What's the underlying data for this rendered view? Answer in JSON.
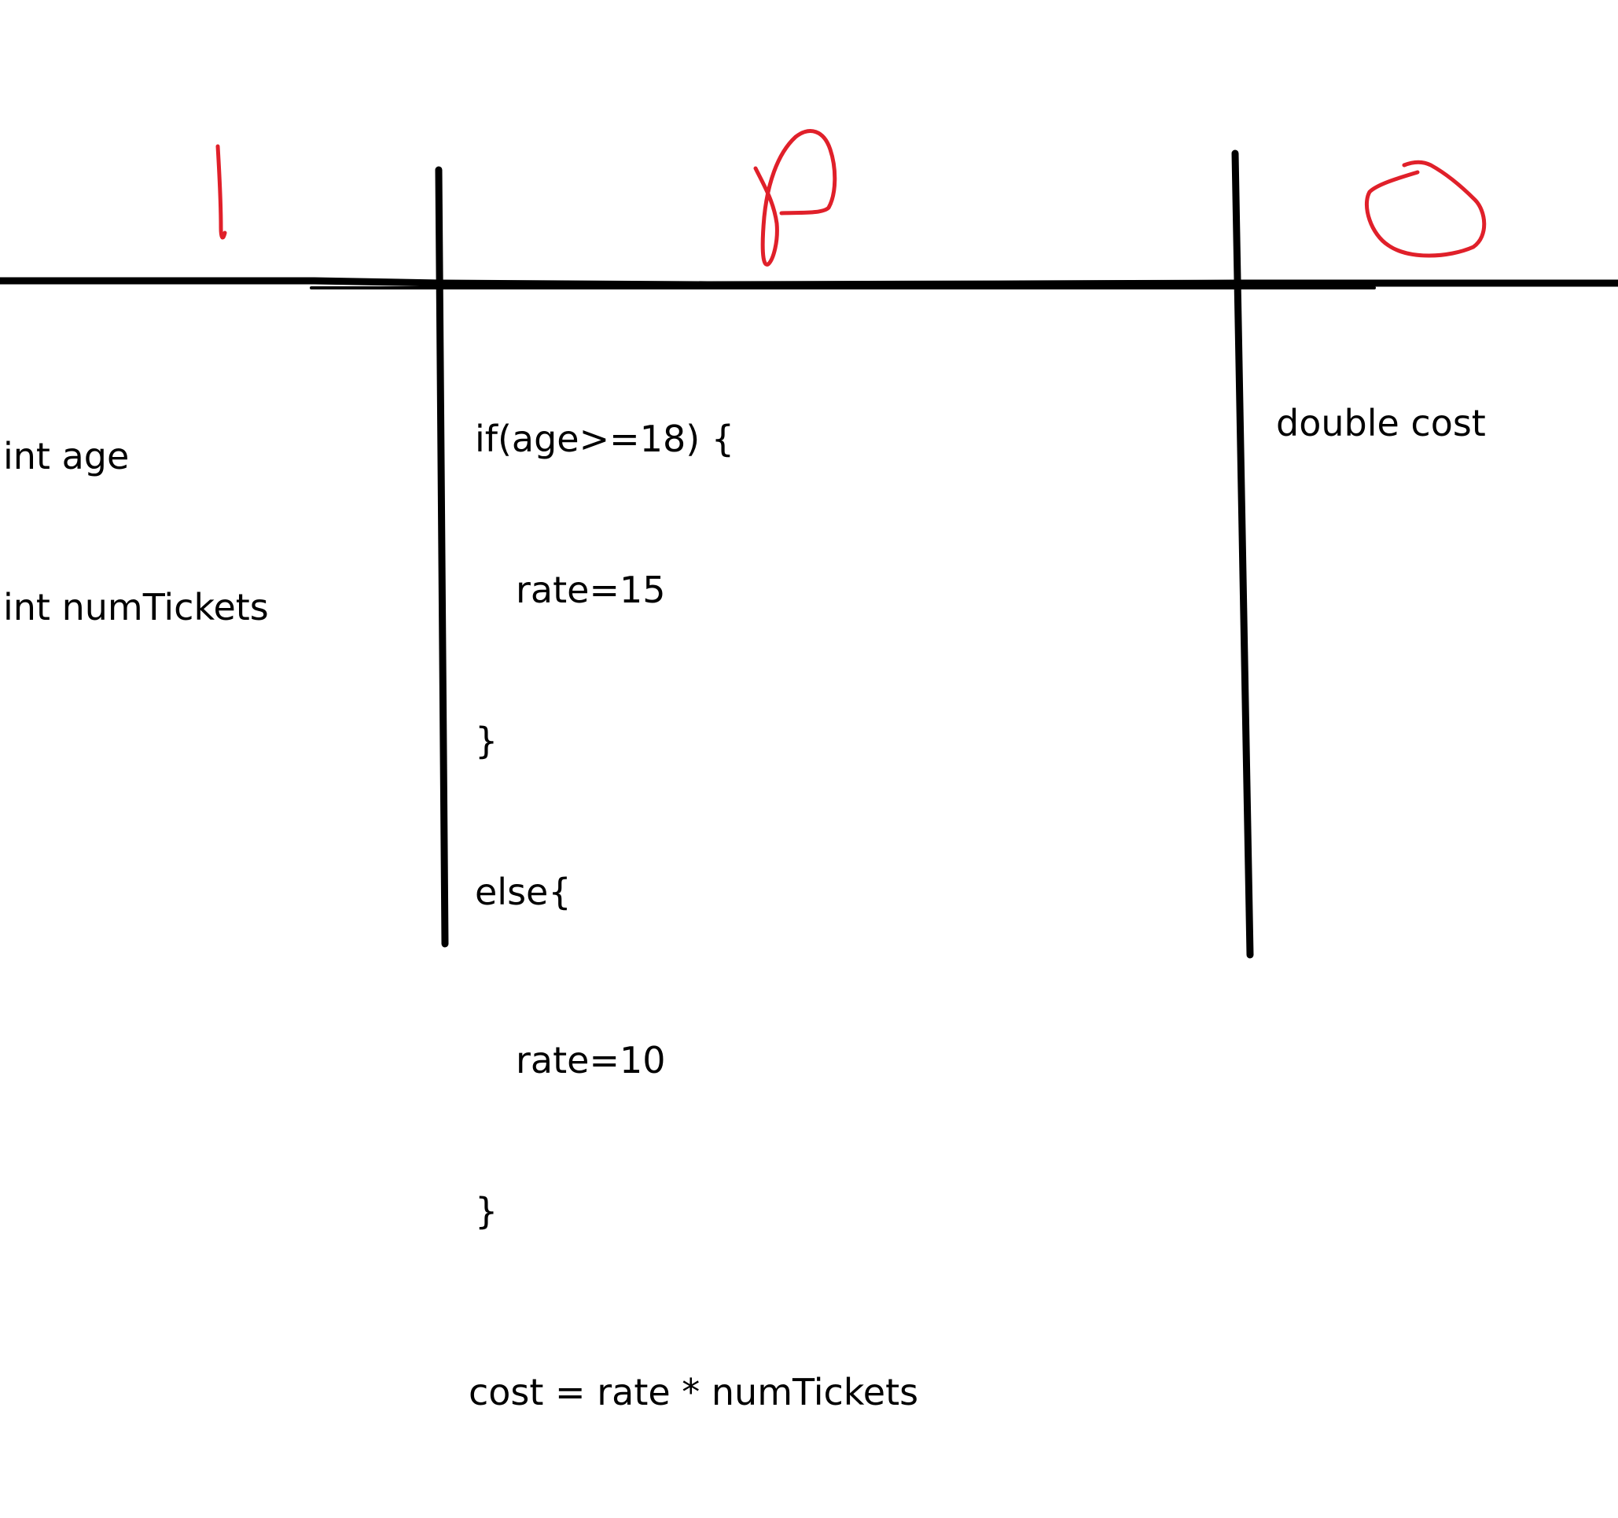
{
  "board": {
    "background": "#ffffff",
    "ink_color": "#000000",
    "annotation_color": "#e0202a"
  },
  "headers": {
    "input_letter": "I",
    "process_letter": "P",
    "output_letter": "O"
  },
  "input": {
    "lines": [
      "int age",
      "int numTickets"
    ]
  },
  "process": {
    "lines": [
      "if(age>=18) {",
      "rate=15",
      "}",
      "else{",
      "rate=10",
      "}",
      "cost = rate * numTickets"
    ]
  },
  "output": {
    "lines": [
      "double cost"
    ]
  }
}
